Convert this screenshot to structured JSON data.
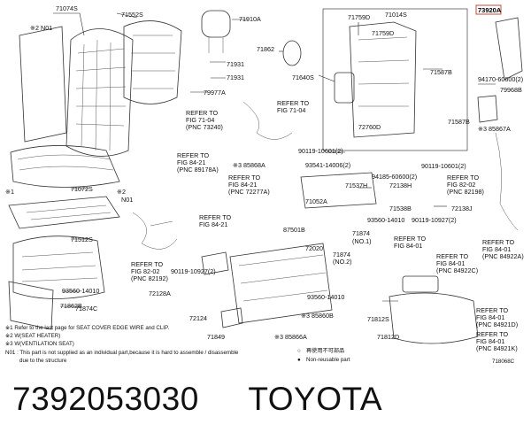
{
  "diagram": {
    "code": "718068C",
    "highlighted_part": "73920A",
    "labels": {
      "p71074S": "71074S",
      "p71552S": "71552S",
      "p71910A": "71910A",
      "p71931a": "71931",
      "p71931b": "71931",
      "p79977A": "79977A",
      "n01a": "※2 N01",
      "p71862": "71862",
      "p71759D1": "71759D",
      "p71014S": "71014S",
      "p71759D2": "71759D",
      "p71640S": "71640S",
      "p71587B1": "71587B",
      "p71587B2": "71587B",
      "p72760D": "72760D",
      "p94170": "94170-60600(2)",
      "p79968B": "79968B",
      "p85867A": "※3 85867A",
      "p90119_10601": "90119-10601(2)",
      "p85868A": "※3 85868A",
      "p93541": "93541-14006(2)",
      "p94185": "94185-60600(2)",
      "p90119_10601b": "90119-10601(2)",
      "p71072S": "71072S",
      "n01b": "N01",
      "p71537H": "71537H",
      "p72138H": "72138H",
      "p71052A": "71052A",
      "p71538B": "71538B",
      "p72138J": "72138J",
      "p93560a": "93560-14010",
      "p90119_10927a": "90119-10927(2)",
      "p87501B": "87501B",
      "p71512S": "71512S",
      "p72020": "72020",
      "p71874a": "71874",
      "p71874b": "71874",
      "p90119_10927b": "90119-10927(2)",
      "p72128A": "72128A",
      "p93560b": "93560-14010",
      "p93560c": "93560-14010",
      "p71862B": "71862B",
      "p71874C": "71874C",
      "p72124": "72124",
      "p85860B": "※3 85860B",
      "p71849": "71849",
      "p85866A": "※3 85866A",
      "p71812S": "71812S",
      "p71812D": "71812D",
      "no1": "(NO.1)",
      "no2": "(NO.2)",
      "m1": "※1",
      "m2": "※2"
    },
    "refs": {
      "r1": [
        "REFER TO",
        "FIG 71-04",
        "(PNC 73240)"
      ],
      "r2": [
        "REFER TO",
        "FIG 71-04"
      ],
      "r3": [
        "REFER TO",
        "FIG 84-21",
        "(PNC 89178A)"
      ],
      "r4": [
        "REFER TO",
        "FIG 84-21",
        "(PNC 72277A)"
      ],
      "r5": [
        "REFER TO",
        "FIG 84-21"
      ],
      "r6": [
        "REFER TO",
        "FIG 82-02",
        "(PNC 82198)"
      ],
      "r7": [
        "REFER TO",
        "FIG 82-02",
        "(PNC 82192)"
      ],
      "r8": [
        "REFER TO",
        "FIG 84-01"
      ],
      "r9": [
        "REFER TO",
        "FIG 84-01",
        "(PNC 84922C)"
      ],
      "r10": [
        "REFER TO",
        "FIG 84-01",
        "(PNC 84922A)"
      ],
      "r11": [
        "REFER TO",
        "FIG 84-01",
        "(PNC 84921D)"
      ],
      "r12": [
        "REFER TO",
        "FIG 84-01",
        "(PNC 84921K)"
      ]
    },
    "notes": [
      "※1 Refer to the last page for SEAT COVER EDGE WIRE and CLIP.",
      "※2 W(SEAT HEATER)",
      "※3 W(VENTILATION SEAT)",
      "N01 : This part is not supplied as an individual part,because it is hard to assemble / disassemble",
      "due to the structure"
    ],
    "legend": [
      {
        "symbol": "○",
        "text": "再使用不可部品"
      },
      {
        "symbol": "●",
        "text": "Non-reusable part"
      }
    ]
  },
  "footer": {
    "part_number": "7392053030",
    "brand": "TOYOTA"
  }
}
